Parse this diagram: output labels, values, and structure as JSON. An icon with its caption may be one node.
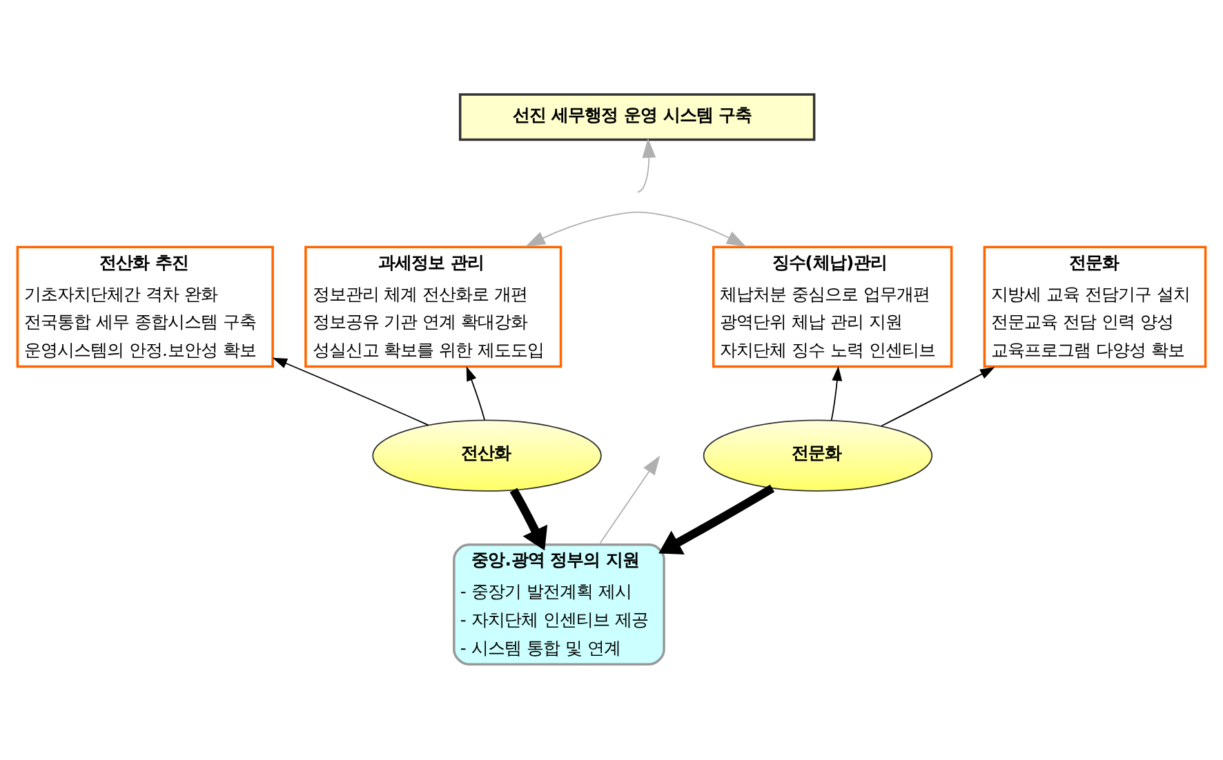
{
  "diagram": {
    "nodes": [
      {
        "text": [
          "선진 세무행정 운영 시스템 구축"
        ]
      },
      {
        "text": [
          "전산화 추진",
          "기초자치단체간 격차 완화",
          "전국통합 세무 종합시스템 구축",
          "운영시스템의 안정.보안성 확보"
        ]
      },
      {
        "text": [
          "과세정보 관리",
          "정보관리 체계 전산화로 개편",
          "정보공유 기관 연계 확대강화",
          "성실신고 확보를 위한 제도도입"
        ]
      },
      {
        "text": [
          "징수(체납)관리",
          "체납처분 중심으로 업무개편",
          "광역단위 체납 관리 지원",
          "자치단체 징수 노력 인센티브"
        ]
      },
      {
        "text": [
          "전문화",
          "지방세 교육 전담기구 설치",
          "전문교육 전담 인력 양성",
          "교육프로그램 다양성 확보"
        ]
      },
      {
        "text": [
          "전산화"
        ]
      },
      {
        "text": [
          "전문화"
        ]
      },
      {
        "text": [
          "중앙.광역 정부의 지원",
          "- 중장기 발전계획 제시",
          "- 자치단체 인센티브 제공",
          "- 시스템 통합 및 연계"
        ]
      }
    ],
    "edges": [
      {
        "from": null,
        "to": 0,
        "arrow": "to",
        "color": "#b0b0b0"
      },
      {
        "from": 2,
        "to": 3,
        "arrow": "both",
        "color": "#b0b0b0"
      },
      {
        "from": 5,
        "to": 1,
        "arrow": "to"
      },
      {
        "from": 5,
        "to": 2,
        "arrow": "to"
      },
      {
        "from": 6,
        "to": 3,
        "arrow": "to"
      },
      {
        "from": 6,
        "to": 4,
        "arrow": "to"
      },
      {
        "from": 7,
        "to": null,
        "arrow": "to",
        "color": "#b0b0b0"
      },
      {
        "from": 5,
        "to": 7,
        "arrow": "to",
        "style": "thick"
      },
      {
        "from": 6,
        "to": 7,
        "arrow": "to",
        "style": "thick"
      }
    ]
  }
}
